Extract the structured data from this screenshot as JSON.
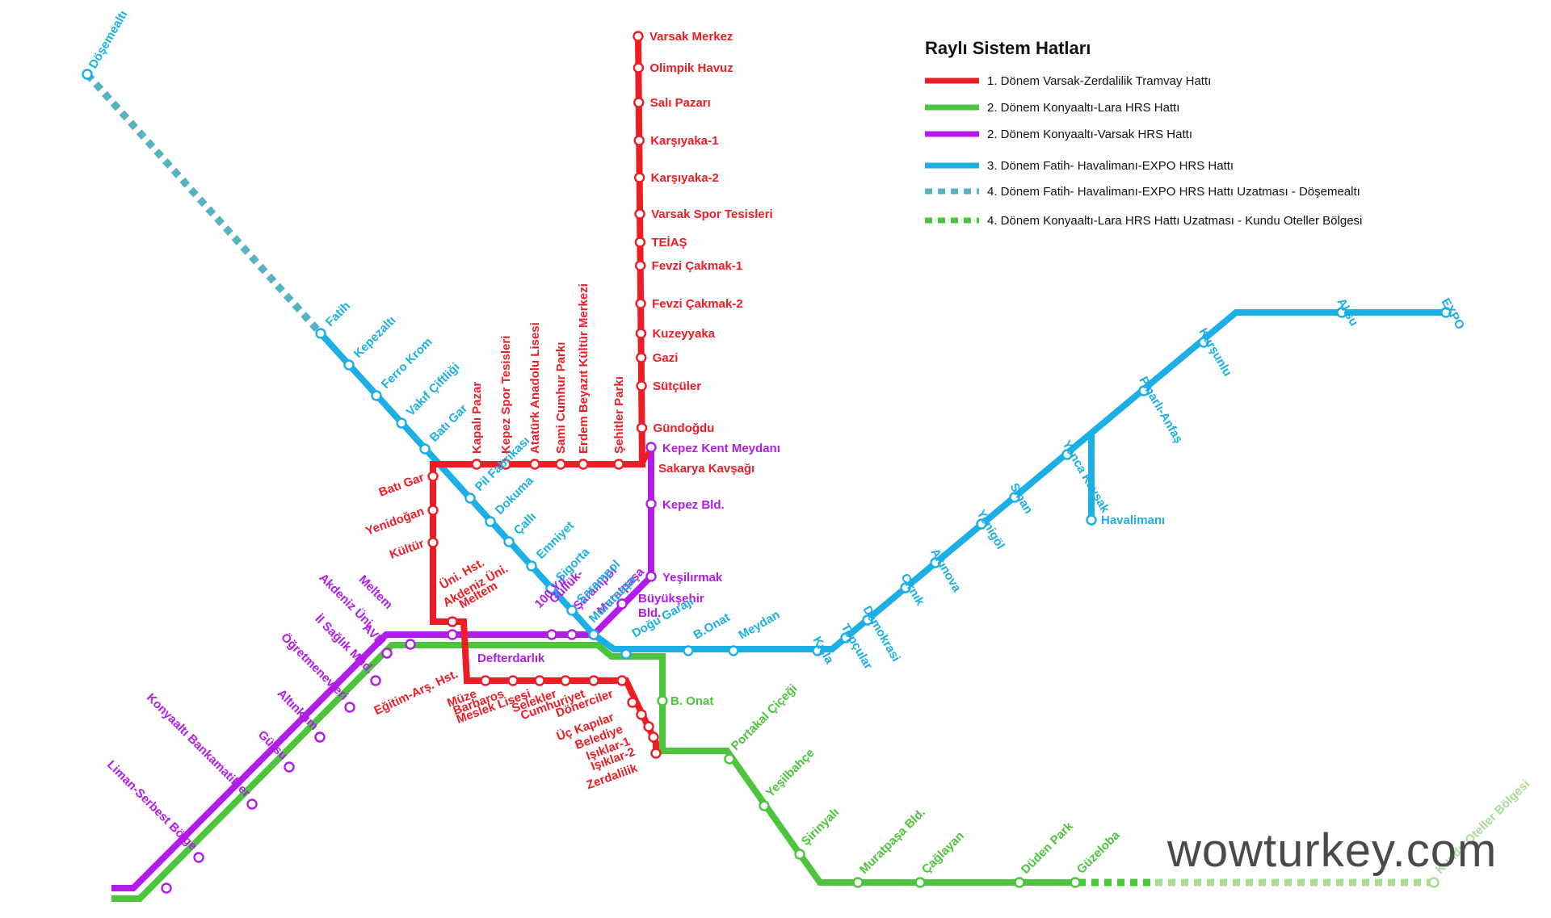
{
  "title": "Raylı Sistem Hatları",
  "watermark": "wowturkey.com",
  "colors": {
    "red": "#ee1c24",
    "green": "#4cc43c",
    "purple": "#b31be8",
    "blue": "#1bafe6",
    "teal": "#55b3c2",
    "lightgreen": "#a7dd96"
  },
  "legend": [
    {
      "label": "1. Dönem Varsak-Zerdalilik Tramvay Hattı",
      "color": "#ee1c24",
      "style": "solid"
    },
    {
      "label": "2. Dönem Konyaaltı-Lara HRS Hattı",
      "color": "#4cc43c",
      "style": "solid"
    },
    {
      "label": "2. Dönem Konyaaltı-Varsak HRS Hattı",
      "color": "#b31be8",
      "style": "solid"
    },
    {
      "label": "3. Dönem Fatih- Havalimanı-EXPO HRS Hattı",
      "color": "#1bafe6",
      "style": "solid"
    },
    {
      "label": "4. Dönem Fatih- Havalimanı-EXPO HRS Hattı Uzatması - Döşemealtı",
      "color": "#55b3c2",
      "style": "dotted"
    },
    {
      "label": "4. Dönem Konyaaltı-Lara HRS Hattı Uzatması - Kundu Oteller Bölgesi",
      "color": "#4cc43c",
      "style": "dotted"
    }
  ],
  "stations": {
    "red_upper": [
      "Varsak Merkez",
      "Olimpik Havuz",
      "Salı Pazarı",
      "Karşıyaka-1",
      "Karşıyaka-2",
      "Varsak Spor Tesisleri",
      "TEİAŞ",
      "Fevzi Çakmak-1",
      "Fevzi Çakmak-2",
      "Kuzeyyaka",
      "Gazi",
      "Sütçüler",
      "Gündoğdu",
      "Sakarya Kavşağı"
    ],
    "red_cross": [
      "Şehitler Parkı",
      "Erdem Beyazıt Kültür Merkezi",
      "Sami Cumhur Parkı",
      "Atatürk Anadolu Lisesi",
      "Kepez Spor Tesisleri",
      "Kapalı Pazar"
    ],
    "red_west": [
      "Batı Gar",
      "Yenidoğan",
      "Kültür",
      "Üni. Hst.",
      "Akdeniz Üni.",
      "Meltem",
      "Eğitim-Arş. Hst."
    ],
    "red_south": [
      "Müze",
      "Barbaros",
      "Meslek Lisesi",
      "Selekler",
      "Cumhuriyet",
      "Dönerciler",
      "Üç Kapılar",
      "Belediye",
      "Işıklar-1",
      "Işıklar-2",
      "Zerdalilik"
    ],
    "purple": [
      "Kepez Kent Meydanı",
      "Kepez Bld.",
      "Yeşilırmak",
      "Büyükşehir Bld.",
      "Muratpaşa",
      "Şarampol",
      "Güllük-100.Yıl",
      "Meltem",
      "Akdeniz Üni.",
      "AVM",
      "İl Sağlık Müd.",
      "Öğretmenevleri",
      "Altınkum",
      "Gürsu",
      "Konyaaltı Bankamatikler",
      "Liman-Serbest Bölge",
      "Defterdarlık"
    ],
    "blue": [
      "Döşemealtı",
      "Fatih",
      "Kepezaltı",
      "Ferro Krom",
      "Vakıf Çiftliği",
      "Batı Gar",
      "Pil Fabrikası",
      "Dokuma",
      "Çallı",
      "Emniyet",
      "Sigorta",
      "Şarampol",
      "Muratpaşa",
      "Doğu Garajı",
      "B.Onat",
      "Meydan",
      "Kışla",
      "Topçular",
      "Demokrasi",
      "Cırnık",
      "Altınova",
      "Yenigöl",
      "Sinan",
      "Yonca Kavşak",
      "Pınarlı-Anfaş",
      "Kurşunlu",
      "Aksu",
      "EXPO",
      "Havalimanı"
    ],
    "green": [
      "B. Onat",
      "Portakal Çiçeği",
      "Yeşilbahçe",
      "Şirinyalı",
      "Muratpaşa Bld.",
      "Çağlayan",
      "Düden Park",
      "Güzeloba",
      "Kundu Oteller Bölgesi"
    ]
  }
}
